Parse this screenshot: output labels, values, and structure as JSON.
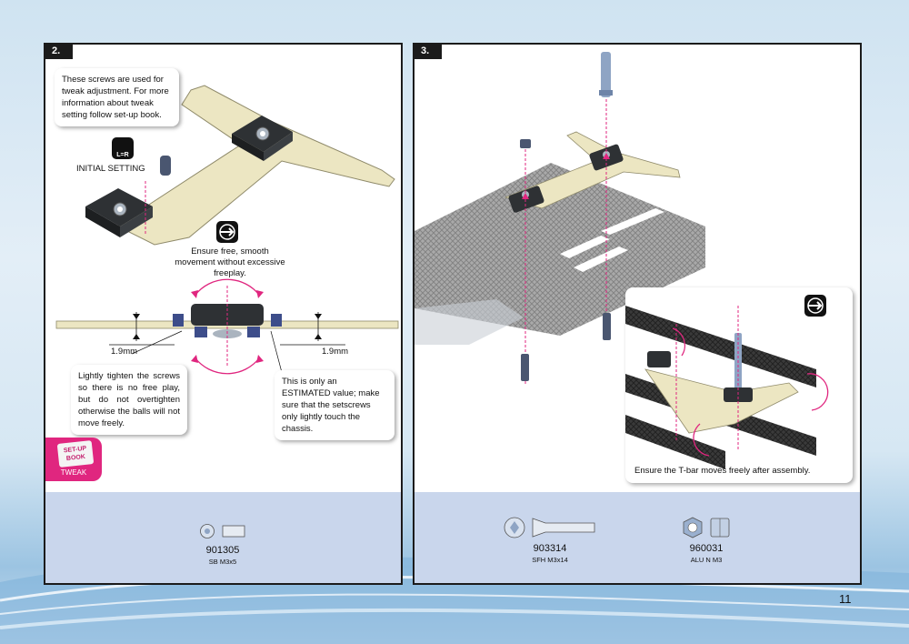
{
  "page_number": "11",
  "step2": {
    "step_label": "2.",
    "callout_tweak": "These screws are used for tweak adjustment. For more information about tweak setting follow set-up book.",
    "initial_setting": "INITIAL SETTING",
    "lr_icon_text": "L=R",
    "ensure_free": "Ensure free, smooth movement without excessive freeplay.",
    "dim_left": "1.9mm",
    "dim_right": "1.9mm",
    "callout_lightly": "Lightly tighten the screws so there is no free play, but do not overtighten otherwise the balls will not move freely.",
    "callout_estimated": "This is only an ESTIMATED value; make sure that the setscrews only lightly touch the chassis.",
    "tweak_book_text": "SET-UP BOOK",
    "tweak_label": "TWEAK",
    "parts": [
      {
        "code": "901305",
        "name": "SB M3x5"
      }
    ]
  },
  "step3": {
    "step_label": "3.",
    "inset_caption": "Ensure the T-bar moves freely after assembly.",
    "parts": [
      {
        "code": "903314",
        "name": "SFH M3x14"
      },
      {
        "code": "960031",
        "name": "ALU N M3"
      }
    ]
  },
  "colors": {
    "accent_magenta": "#e0267f",
    "panel_border": "#1b1b1b",
    "parts_bar": "#c9d6ec",
    "tbar_plate": "#ece6c2"
  }
}
